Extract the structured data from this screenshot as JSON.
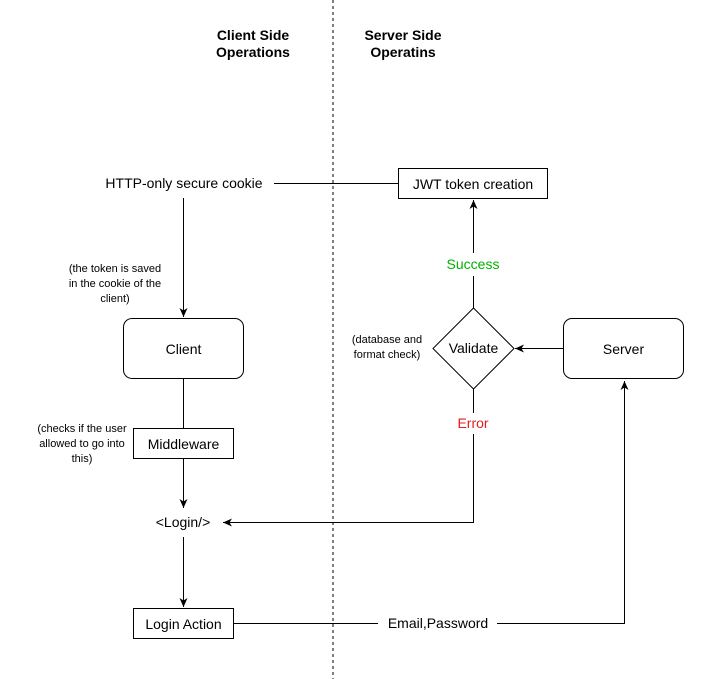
{
  "headers": {
    "client": [
      "Client Side",
      "Operations"
    ],
    "server": [
      "Server Side",
      "Operatins"
    ]
  },
  "nodes": {
    "cookie": "HTTP-only secure cookie",
    "jwt": "JWT token creation",
    "client": "Client",
    "middleware": "Middleware",
    "login": "<Login/>",
    "login_action": "Login Action",
    "validate": "Validate",
    "server": "Server"
  },
  "edge_labels": {
    "success": "Success",
    "error": "Error",
    "credentials": "Email,Password"
  },
  "notes": {
    "token_saved": [
      "(the token is saved",
      "in the cookie of the",
      "client)"
    ],
    "checks": [
      "(checks if  the user",
      "allowed to go into",
      "this)"
    ],
    "db_check": [
      "(database and",
      "format check)"
    ]
  },
  "colors": {
    "success": "#00b300",
    "error": "#e01f1f",
    "stroke": "#000000"
  }
}
